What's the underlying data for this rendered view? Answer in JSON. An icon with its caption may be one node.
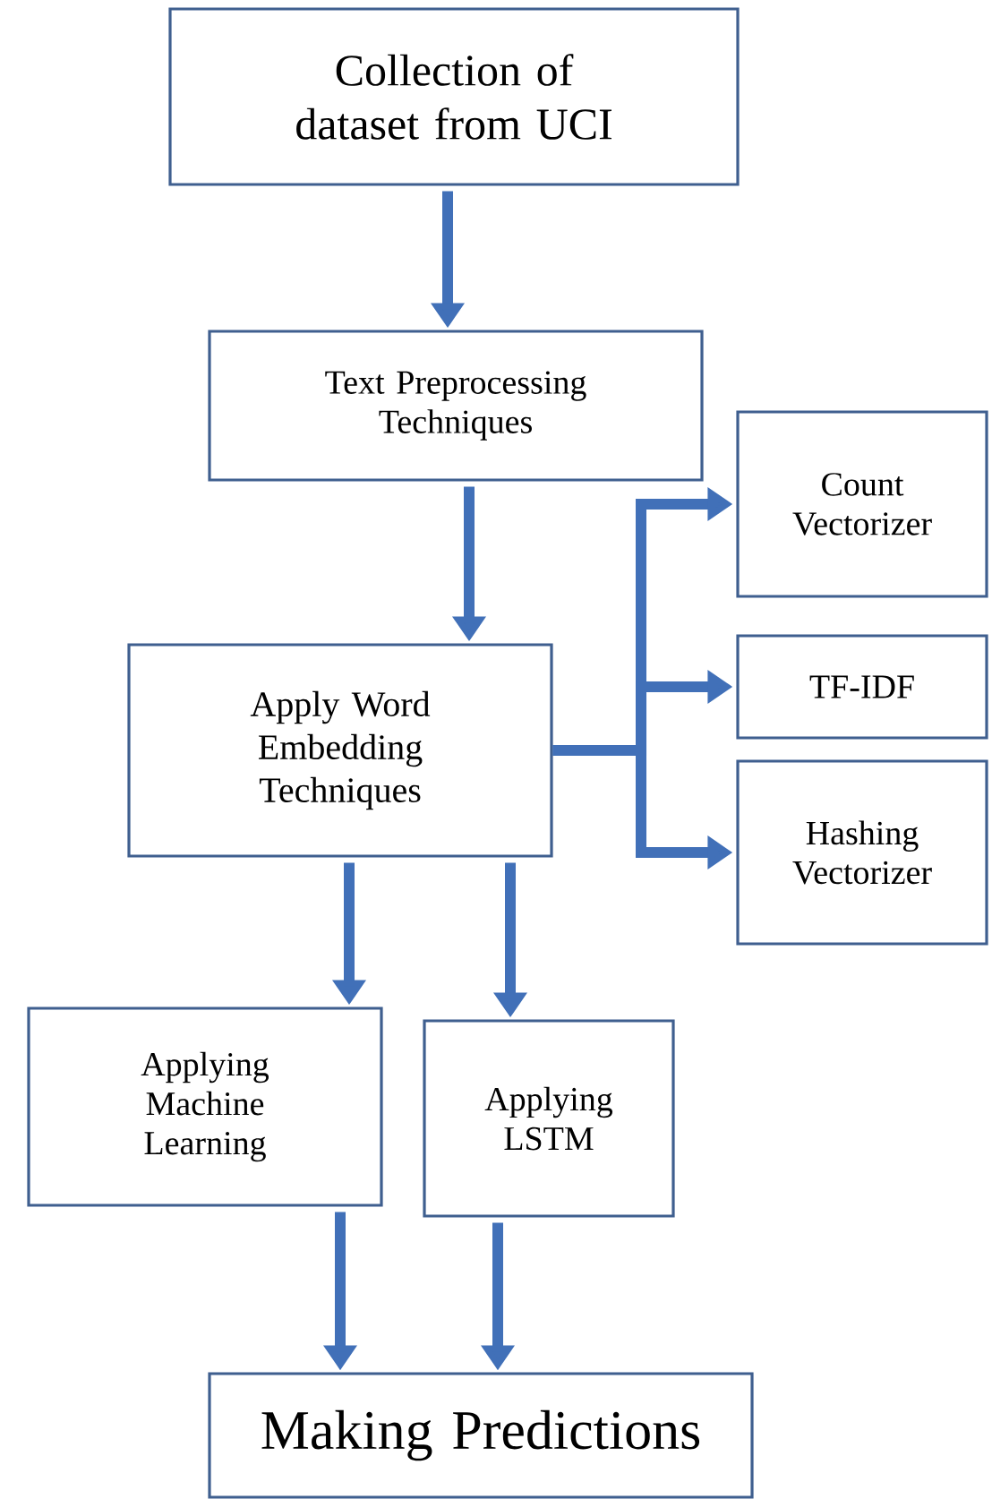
{
  "diagram": {
    "nodes": [
      {
        "text": [
          "Collection of dataset from UCI"
        ]
      },
      {
        "text": [
          "Text Preprocessing Techniques"
        ]
      },
      {
        "text": [
          "Count Vectorizer"
        ]
      },
      {
        "text": [
          "TF-IDF"
        ]
      },
      {
        "text": [
          "Hashing Vectorizer"
        ]
      },
      {
        "text": [
          "Apply Word Embedding Techniques"
        ]
      },
      {
        "text": [
          "Applying Machine Learning"
        ]
      },
      {
        "text": [
          "Applying LSTM"
        ]
      },
      {
        "text": [
          "Making Predictions"
        ]
      }
    ],
    "edges": [
      {
        "from": 0,
        "to": 1,
        "arrow": "to"
      },
      {
        "from": 1,
        "to": 5,
        "arrow": "to"
      },
      {
        "from": 5,
        "to": 2,
        "arrow": "to"
      },
      {
        "from": 5,
        "to": 3,
        "arrow": "to"
      },
      {
        "from": 5,
        "to": 4,
        "arrow": "to"
      },
      {
        "from": 5,
        "to": 6,
        "arrow": "to"
      },
      {
        "from": 5,
        "to": 7,
        "arrow": "to"
      },
      {
        "from": 6,
        "to": 8,
        "arrow": "to"
      },
      {
        "from": 7,
        "to": 8,
        "arrow": "to"
      }
    ]
  }
}
